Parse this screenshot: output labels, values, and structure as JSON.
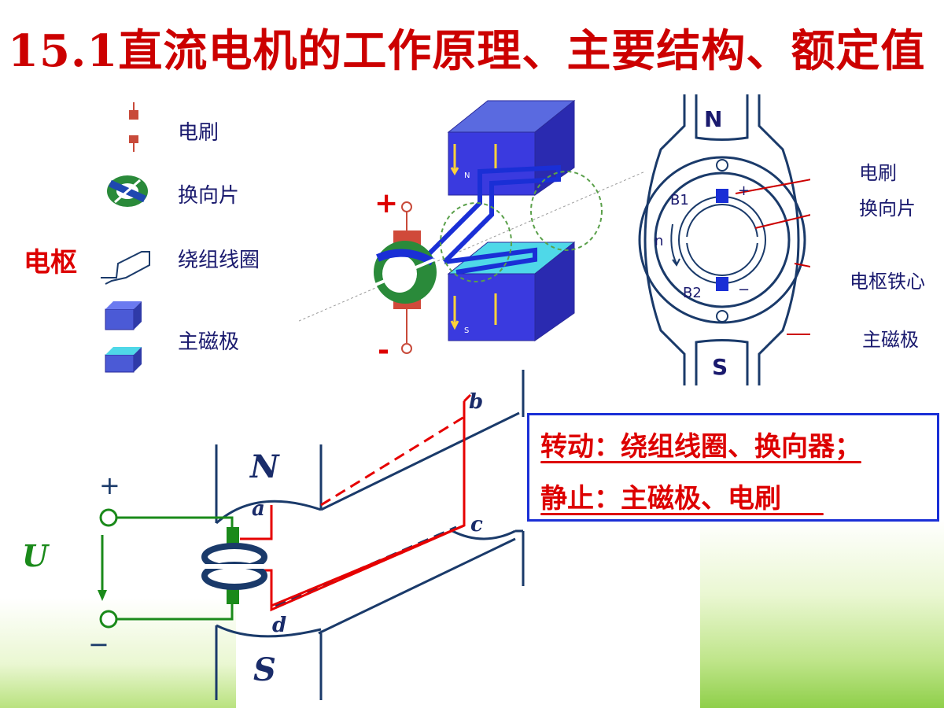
{
  "title": "15.1直流电机的工作原理、主要结构、额定值",
  "legend": {
    "brush": "电刷",
    "commutator": "换向片",
    "armature_side": "电枢",
    "coil": "绕组线圈",
    "main_pole": "主磁极"
  },
  "center_diagram": {
    "plus": "+",
    "minus": "-",
    "pole_n": "N",
    "pole_s": "S"
  },
  "right_diagram": {
    "pole_n": "N",
    "pole_s": "S",
    "b1": "B1",
    "b2": "B2",
    "plus": "+",
    "minus": "−",
    "n": "n",
    "labels": [
      "电刷",
      "换向片",
      "电枢铁心",
      "主磁极"
    ]
  },
  "info_box": {
    "line1": "转动：绕组线圈、换向器；",
    "line2": "静止：主磁极、电刷"
  },
  "circuit": {
    "pole_n": "N",
    "pole_s": "S",
    "voltage": "U",
    "plus": "+",
    "minus": "−",
    "a": "a",
    "b": "b",
    "c": "c",
    "d": "d"
  },
  "colors": {
    "title": "#cc0000",
    "armature_red": "#dd0000",
    "box_border": "#1a2fd6",
    "circuit_green": "#1a8a1a",
    "coil_red": "#e60000",
    "frame_navy": "#1a3a6a",
    "stator_blue": "#3a3adf"
  }
}
